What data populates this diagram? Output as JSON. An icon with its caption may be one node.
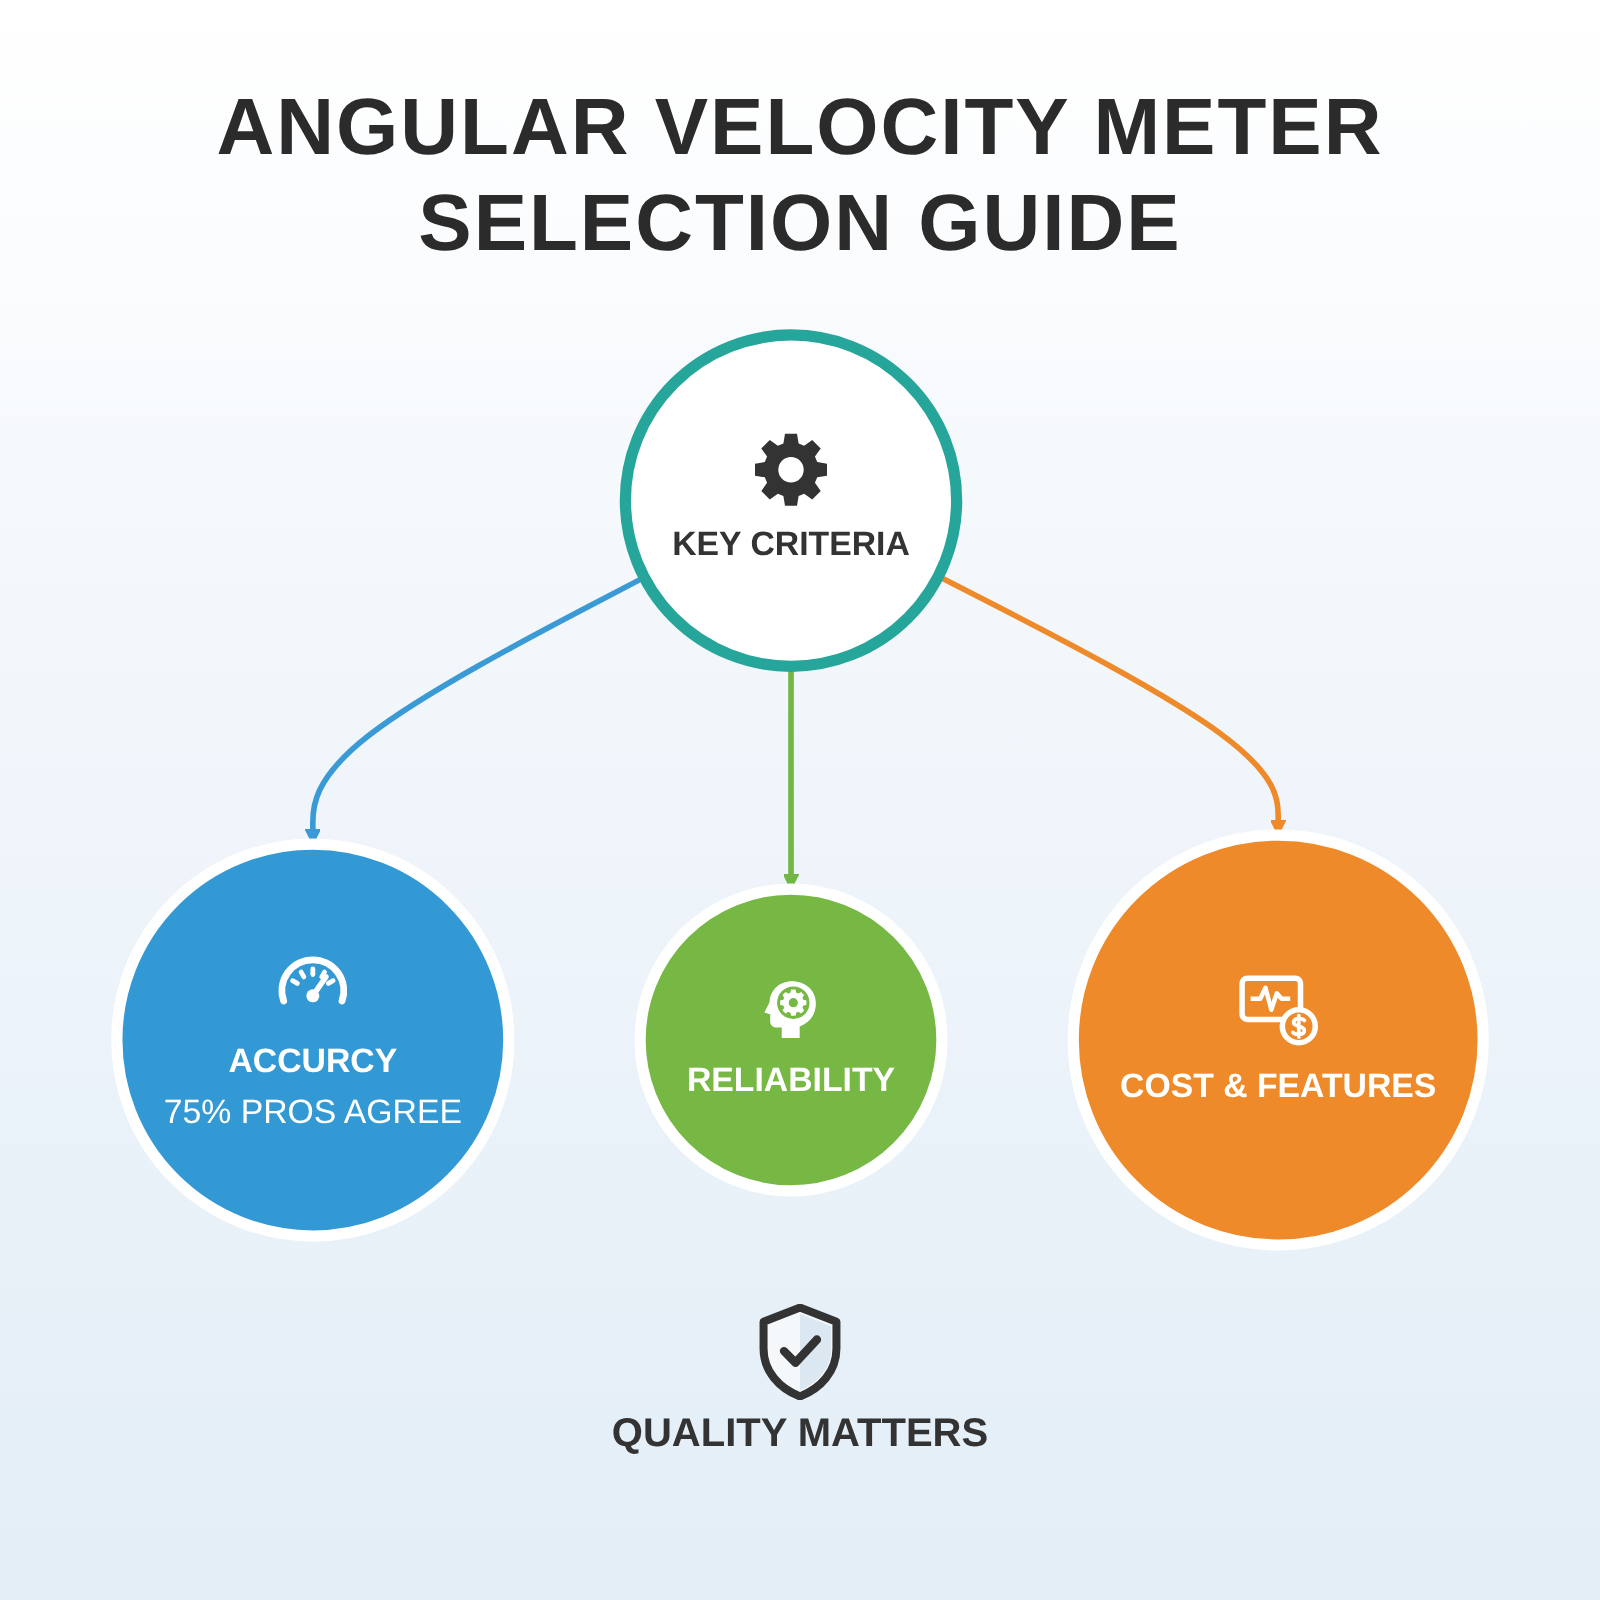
{
  "diagram": {
    "title": "ANGULAR VELOCITY METER SELECTION GUIDE",
    "nodes": [
      {
        "text": [
          "KEY CRITERIA"
        ]
      },
      {
        "text": [
          "ACCURCY",
          "75% PROS AGREE"
        ]
      },
      {
        "text": [
          "RELIABILITY"
        ]
      },
      {
        "text": [
          "COST & FEATURES"
        ]
      }
    ],
    "edges": [
      {
        "from": 0,
        "to": 1,
        "arrow": "to",
        "color": "#3a9ad6"
      },
      {
        "from": 0,
        "to": 2,
        "arrow": "to",
        "color": "#72b644"
      },
      {
        "from": 0,
        "to": 3,
        "arrow": "to",
        "color": "#ef8a2b"
      }
    ],
    "labels": [
      "QUALITY MATTERS"
    ]
  }
}
